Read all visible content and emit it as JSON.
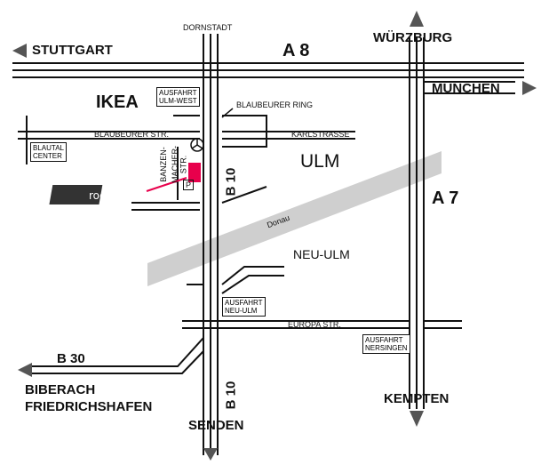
{
  "labels": {
    "dornstadt": "DORNSTADT",
    "stuttgart": "STUTTGART",
    "a8": "A 8",
    "wurzburg": "WÜRZBURG",
    "muenchen": "MÜNCHEN",
    "ikea": "IKEA",
    "blaubeurer_ring": "BLAUBEURER RING",
    "blaubeurer_str": "BLAUBEURER STR.",
    "karlstrasse": "KARLSTRASSE",
    "ulm": "ULM",
    "b10_top": "B 10",
    "a7": "A 7",
    "donau": "Donau",
    "neu_ulm": "NEU-ULM",
    "europa_str": "EUROPA STR.",
    "b30": "B 30",
    "biberach": "BIBERACH",
    "friedrichshafen": "FRIEDRICHSHAFEN",
    "b10_bottom": "B 10",
    "kempten": "KEMPTEN",
    "senden": "SENDEN",
    "banzenmacher_line1": "BANZEN-",
    "banzenmacher_line2": "MACHER-",
    "banzenmacher_line3": "STR.",
    "parking": "P",
    "logo_text": "rockside"
  },
  "boxes": {
    "ausfahrt_ulm_west_1": "AUSFAHRT",
    "ausfahrt_ulm_west_2": "ULM-WEST",
    "blautal_1": "BLAUTAL",
    "blautal_2": "CENTER",
    "ausfahrt_neu_ulm_1": "AUSFAHRT",
    "ausfahrt_neu_ulm_2": "NEU-ULM",
    "ausfahrt_nersingen_1": "AUSFAHRT",
    "ausfahrt_nersingen_2": "NERSINGEN"
  },
  "colors": {
    "road": "#111111",
    "river": "#cfcfcf",
    "destination_marker": "#e8004c",
    "arrow": "#555555"
  }
}
